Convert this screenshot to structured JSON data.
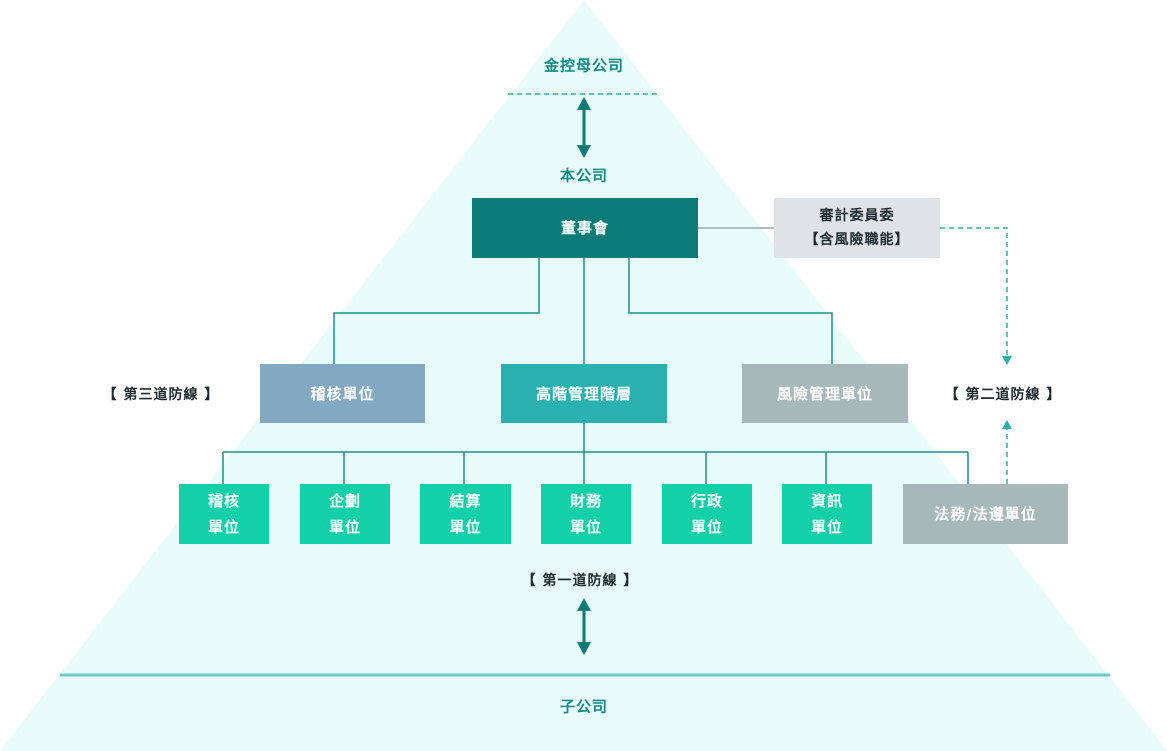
{
  "levels": {
    "holding": "金控母公司",
    "company": "本公司",
    "subsidiary": "子公司"
  },
  "lines_of_defense": {
    "third": "【 第三道防線 】",
    "second": "【 第二道防線 】",
    "first": "【 第一道防線 】"
  },
  "board": {
    "label": "董事會"
  },
  "audit_committee": {
    "line1": "審計委員委",
    "line2": "【含風險職能】"
  },
  "middle_tier": {
    "audit": "稽核單位",
    "senior_management": "高階管理階層",
    "risk_management": "風險管理單位"
  },
  "units": [
    {
      "line1": "稽核",
      "line2": "單位"
    },
    {
      "line1": "企劃",
      "line2": "單位"
    },
    {
      "line1": "結算",
      "line2": "單位"
    },
    {
      "line1": "財務",
      "line2": "單位"
    },
    {
      "line1": "行政",
      "line2": "單位"
    },
    {
      "line1": "資訊",
      "line2": "單位"
    }
  ],
  "legal_compliance": "法務/法遵單位",
  "colors": {
    "pyramid": "#e8fbfb",
    "board": "#0a7b76",
    "senior_management": "#2ab0ae",
    "audit": "#82a8c2",
    "risk": "#a6b8b9",
    "committee": "#dfe3e7",
    "unit": "#14d0a8",
    "legal": "#a6b8b9",
    "connector": "#1d8f8a"
  }
}
